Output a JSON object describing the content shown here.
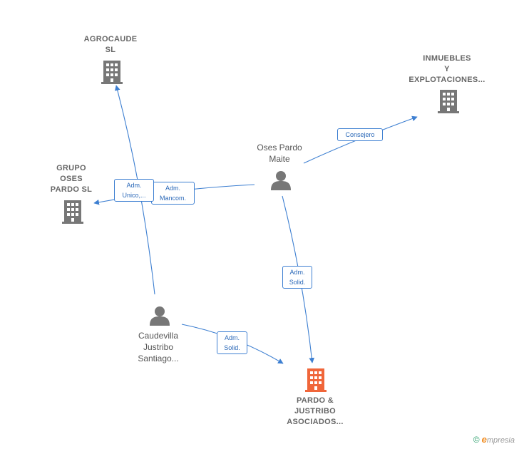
{
  "nodes": {
    "agrocaude": {
      "lines": [
        "AGROCAUDE",
        "SL"
      ],
      "icon": "building-icon",
      "color": "#777777"
    },
    "inmuebles": {
      "lines": [
        "INMUEBLES",
        "Y",
        "EXPLOTACIONES..."
      ],
      "icon": "building-icon",
      "color": "#777777"
    },
    "grupo": {
      "lines": [
        "GRUPO",
        "OSES",
        "PARDO SL"
      ],
      "icon": "building-icon",
      "color": "#777777"
    },
    "pardo": {
      "lines": [
        "PARDO &",
        "JUSTRIBO",
        "ASOCIADOS..."
      ],
      "icon": "building-icon",
      "color": "#f0663a"
    },
    "oses": {
      "lines": [
        "Oses Pardo",
        "Maite"
      ],
      "icon": "person-icon",
      "color": "#777777"
    },
    "caudevilla": {
      "lines": [
        "Caudevilla",
        "Justribo",
        "Santiago..."
      ],
      "icon": "person-icon",
      "color": "#777777"
    }
  },
  "edges": {
    "consejero": [
      "Consejero"
    ],
    "adm_mancom": [
      "Adm.",
      "Mancom."
    ],
    "adm_unico": [
      "Adm.",
      "Unico,..."
    ],
    "adm_solid_oses": [
      "Adm.",
      "Solid."
    ],
    "adm_solid_caudevilla": [
      "Adm.",
      "Solid."
    ]
  },
  "brand": {
    "copyright": "©",
    "initial": "e",
    "rest": "mpresia"
  },
  "colors": {
    "edge": "#3d7fd1",
    "edge_text": "#2a68b8",
    "node_gray": "#777777",
    "node_main": "#f0663a"
  }
}
